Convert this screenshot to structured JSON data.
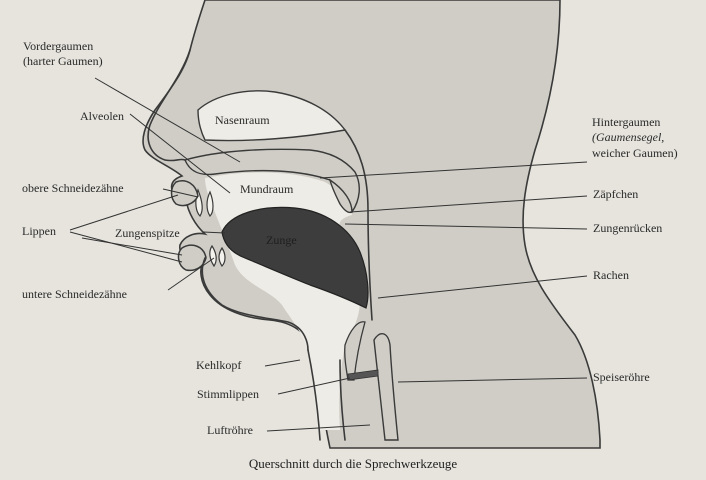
{
  "labels": {
    "vordergaumen_1": "Vordergaumen",
    "vordergaumen_2": "(harter Gaumen)",
    "alveolen": "Alveolen",
    "nasenraum": "Nasenraum",
    "hintergaumen_1": "Hintergaumen",
    "hintergaumen_2": "(Gaumensegel,",
    "hintergaumen_3": "weicher Gaumen)",
    "obere_schneidezaehne": "obere Schneidezähne",
    "mundraum": "Mundraum",
    "zaepfchen": "Zäpfchen",
    "lippen": "Lippen",
    "zungenspitze": "Zungenspitze",
    "zunge": "Zunge",
    "zungenruecken": "Zungenrücken",
    "rachen": "Rachen",
    "untere_schneidezaehne": "untere Schneidezähne",
    "kehlkopf": "Kehlkopf",
    "stimmlippen": "Stimmlippen",
    "speiseroehre": "Speiseröhre",
    "luftroehre": "Luftröhre"
  },
  "caption": "Querschnitt durch die Sprechwerkzeuge",
  "colors": {
    "background": "#e6e4dd",
    "tissue": "#cfcdc6",
    "cavity": "#eeece6",
    "tongue": "#3d3d3d",
    "line": "#333333"
  }
}
